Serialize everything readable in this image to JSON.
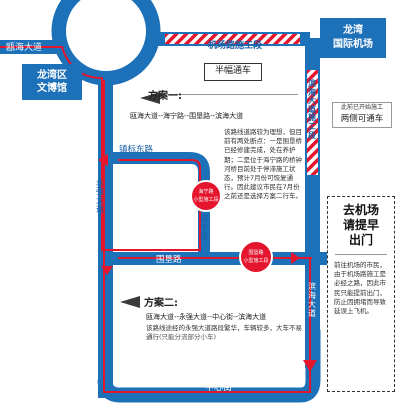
{
  "roads": {
    "ouhai": "瓯海大道",
    "jichang": "机场路施工段",
    "binhai_work": "滨海大道施工段",
    "yongqiang": "永强大道",
    "zhenbiaodong": "镇标东路",
    "haining": "海宁路",
    "weiyuan": "围垦路",
    "binhai": "滨海大道",
    "zhongxin": "中心街"
  },
  "places": {
    "wenbo": "龙湾区\n文博馆",
    "airport": "龙湾\n国际机场"
  },
  "badges": {
    "half_lane": "半幅通车",
    "two_way": "两侧可通车",
    "started": "此前已开始施工",
    "haining_work": "海宁路\n小型施工段",
    "weiyuan_work": "围垦路\n小型施工段"
  },
  "plans": {
    "one_label": "方案一:",
    "one_route": "瓯海大道--海宁路--围垦路--滨海大道",
    "one_desc": "该路线道路较为理想，但目前有两处断点：一是围垦桥已经修建完成，处在养护期；二是位于海宁路的桥钟河桥目前处于停滞施工状态，预计7月份可恢复通行。因此建议市民在7月份之前还是选择方案二行车。",
    "two_label": "方案二:",
    "two_route": "瓯海大道--永强大道--中心街--滨海大道",
    "two_desc": "该路线途经的永强大道路段繁华，车辆较多，大车不易通行",
    "two_note": "(只能分流部分小车)"
  },
  "notice": {
    "title": "去机场\n请提早\n出门",
    "body": "前往机场的市民，由于机场路施工是必经之路，因此市民只能提前出门，防止因拥堵而导致延误上飞机。"
  },
  "colors": {
    "road": "#1d71b8",
    "route": "#e4152c",
    "label_blue": "#1a5fa6"
  }
}
